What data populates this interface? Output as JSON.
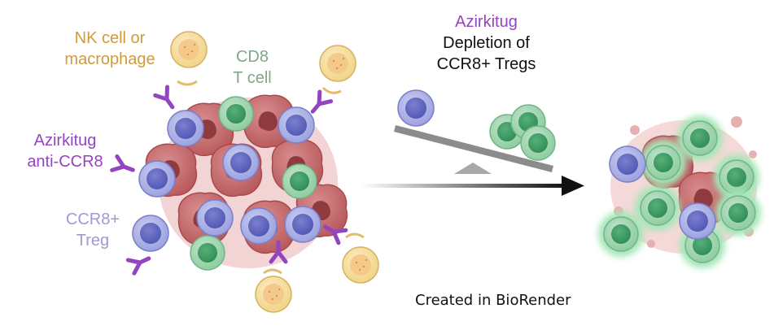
{
  "labels": {
    "nk_cell": [
      "NK cell or",
      "macrophage"
    ],
    "cd8_t_cell": [
      "CD8",
      "T cell"
    ],
    "azirkitug_anti": [
      "Azirkitug",
      "anti-CCR8"
    ],
    "ccr8_treg": [
      "CCR8+",
      "Treg"
    ],
    "scale_drug": "Azirkitug",
    "scale_effect": [
      "Depletion of",
      "CCR8+ Tregs"
    ],
    "credit": "Created in BioRender"
  },
  "colors": {
    "nk_label": "#d19a3a",
    "cd8_label": "#7fa88a",
    "antibody": "#9345c0",
    "treg_label": "#9d9ad6",
    "arrow": "#111111",
    "tumor": "#c8686a",
    "treg_cell": "#8e95d8",
    "cd8_cell": "#5faf7e",
    "nk_cell": "#f3cf7d"
  },
  "icons": [
    "tumor-cluster-icon",
    "nk-cell-icon",
    "cd8-t-cell-icon",
    "treg-cell-icon",
    "antibody-icon",
    "seesaw-icon",
    "arrow-right-icon"
  ]
}
